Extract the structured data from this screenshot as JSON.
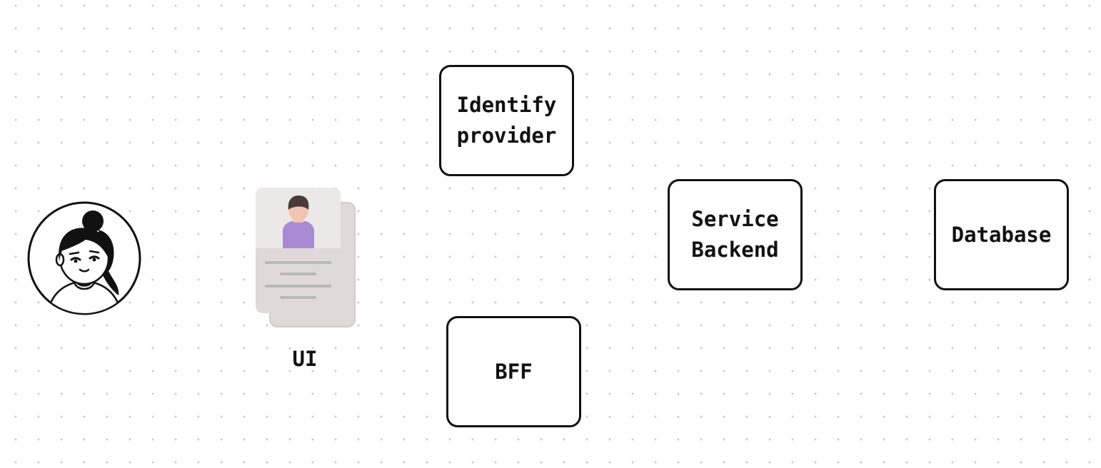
{
  "diagram": {
    "nodes": {
      "identity_provider": {
        "label": "Identify\nprovider"
      },
      "service_backend": {
        "label": "Service\nBackend"
      },
      "database": {
        "label": "Database"
      },
      "bff": {
        "label": "BFF"
      },
      "ui": {
        "label": "UI",
        "icon": "profile-card-icon"
      },
      "user": {
        "icon": "user-avatar-icon"
      }
    },
    "colors": {
      "border": "#111111",
      "card_back": "#e0d9d9",
      "card_front": "#ece8e8",
      "person_shirt": "#a98bd3",
      "skin": "#f2c4b4",
      "hair": "#4a3b3b",
      "card_lines": "#b6b9b6"
    }
  }
}
